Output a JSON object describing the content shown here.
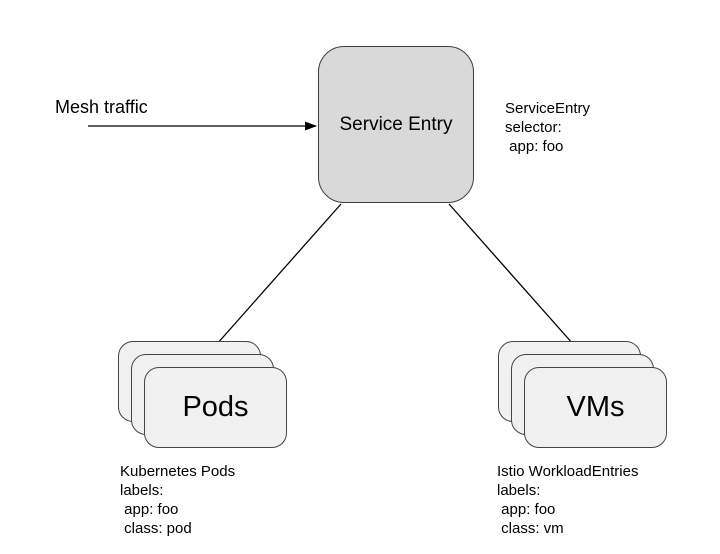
{
  "diagram": {
    "type": "architecture-diagram",
    "colors": {
      "background": "#ffffff",
      "service_entry_fill": "#d9d9d9",
      "card_fill": "#f1f1f1",
      "stroke": "#3d3d3d",
      "arrow": "#000000",
      "text": "#000000"
    },
    "mesh_traffic": {
      "label": "Mesh traffic"
    },
    "service_entry": {
      "label": "Service Entry",
      "annotation": {
        "line1": "ServiceEntry",
        "line2": "selector:",
        "line3": " app: foo"
      }
    },
    "pods": {
      "label": "Pods",
      "annotation": {
        "line1": "Kubernetes Pods",
        "line2": "labels:",
        "line3": " app: foo",
        "line4": " class: pod"
      }
    },
    "vms": {
      "label": "VMs",
      "annotation": {
        "line1": "Istio WorkloadEntries",
        "line2": "labels:",
        "line3": " app: foo",
        "line4": " class: vm"
      }
    },
    "edges": [
      {
        "name": "mesh-traffic-to-service-entry",
        "from": "mesh-traffic-label",
        "to": "service-entry-node"
      },
      {
        "name": "service-entry-to-pods",
        "from": "service-entry-node",
        "to": "pods-stack"
      },
      {
        "name": "service-entry-to-vms",
        "from": "service-entry-node",
        "to": "vms-stack"
      }
    ]
  }
}
